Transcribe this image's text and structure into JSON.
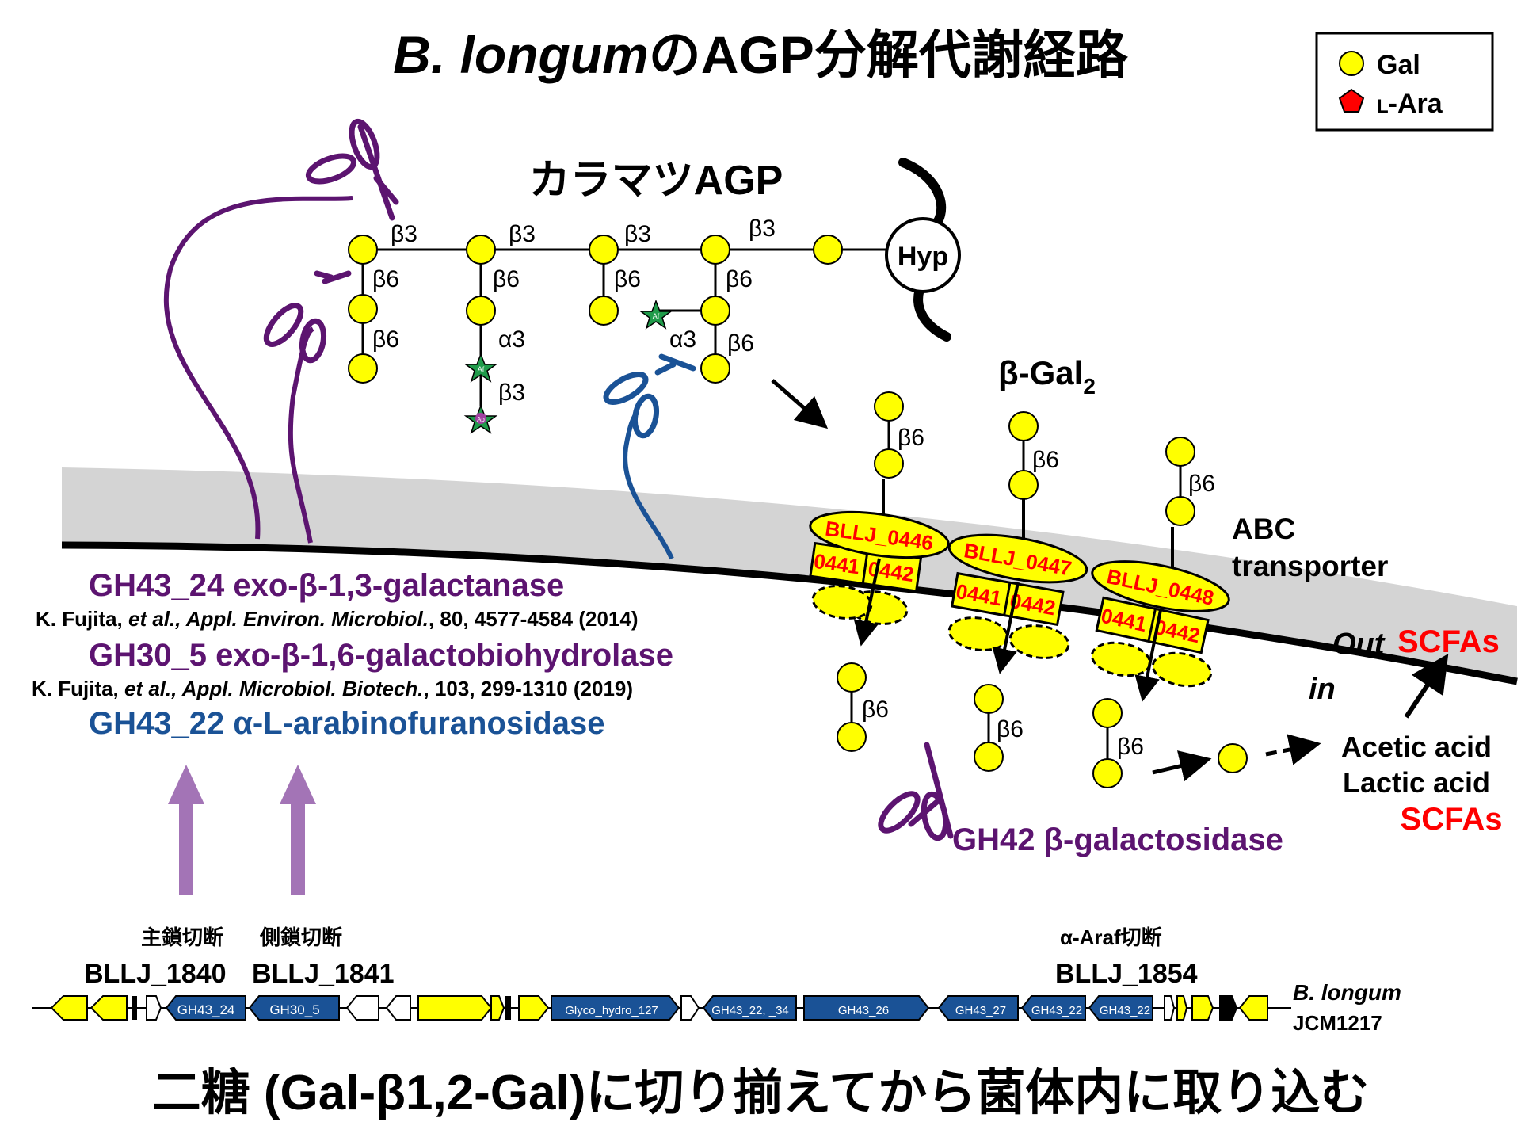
{
  "title": {
    "italic": "B. longum",
    "rest": "のAGP分解代謝経路"
  },
  "legend": {
    "gal": "Gal",
    "ara_small": "L",
    "ara_rest": "-Ara"
  },
  "agp_label": "カラマツAGP",
  "hyp": "Hyp",
  "link_labels": {
    "b3": "β3",
    "b6": "β6",
    "a3": "α3"
  },
  "star_labels": {
    "af": "Af",
    "ap": "Ap"
  },
  "beta_gal2": {
    "main": "β-Gal",
    "sub": "2"
  },
  "abc": {
    "line1": "ABC",
    "line2": "transporter"
  },
  "transporters": [
    {
      "name": "BLLJ_0446",
      "a": "0441",
      "b": "0442"
    },
    {
      "name": "BLLJ_0447",
      "a": "0441",
      "b": "0442"
    },
    {
      "name": "BLLJ_0448",
      "a": "0441",
      "b": "0442"
    }
  ],
  "out_label": "Out",
  "in_label": "in",
  "scfas": "SCFAs",
  "acids": {
    "acetic": "Acetic acid",
    "lactic": "Lactic acid",
    "scfas": "SCFAs"
  },
  "gh42": "GH42 β-galactosidase",
  "enzymes": {
    "e1": "GH43_24 exo-β-1,3-galactanase",
    "ref1": {
      "a": "K. Fujita, ",
      "b": "et al., Appl. Environ. Microbiol.",
      "c": ", 80, 4577-4584 (2014)"
    },
    "e2": "GH30_5 exo-β-1,6-galactobiohydrolase",
    "ref2": {
      "a": "K. Fujita, ",
      "b": "et al., Appl. Microbiol. Biotech.",
      "c": ", 103, 299-1310  (2019)"
    },
    "e3": "GH43_22 α-L-arabinofuranosidase"
  },
  "genes": {
    "main_cut": "主鎖切断",
    "side_cut": "側鎖切断",
    "araf_cut": "α-Araf切断",
    "g1840": "BLLJ_1840",
    "g1841": "BLLJ_1841",
    "g1854": "BLLJ_1854",
    "organism": "B. longum",
    "strain": "JCM1217",
    "cluster": [
      "GH43_24",
      "GH30_5",
      "Glyco_hydro_127",
      "GH43_22, _34",
      "GH43_26",
      "GH43_27",
      "GH43_22",
      "GH43_22"
    ]
  },
  "footer": "二糖 (Gal-β1,2-Gal)に切り揃えてから菌体内に取り込む",
  "colors": {
    "purple": "#5c1470",
    "blue": "#1a5296",
    "red": "#ff0000",
    "gal": "#ffff00",
    "star": "#1f9b4a",
    "membrane": "#d4d4d4",
    "gene_blue": "#1a5296",
    "arrow_lilac": "#a374b6"
  }
}
